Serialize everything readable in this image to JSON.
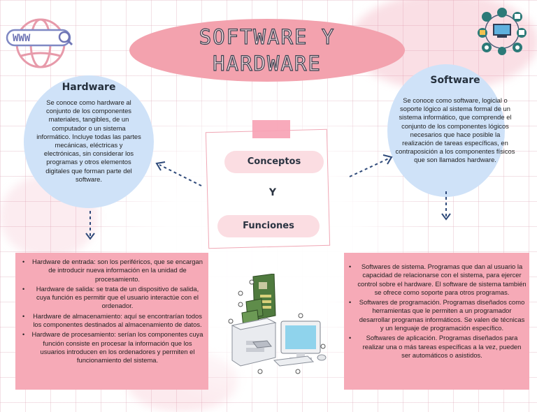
{
  "title": {
    "line1": "SOFTWARE Y",
    "line2": "HARDWARE"
  },
  "web_badge": {
    "text": "WWW"
  },
  "hardware": {
    "heading": "Hardware",
    "text": "Se conoce como hardware al conjunto de los componentes materiales, tangibles, de un computador o un sistema informático. Incluye todas las partes mecánicas, eléctricas y electrónicas, sin considerar los programas y otros elementos digitales que  forman parte del software."
  },
  "software": {
    "heading": "Software",
    "text": "Se conoce como software,  logicial o soporte lógico al sistema formal de un sistema informático, que comprende el conjunto de los componentes lógicos necesarios que hace posible la realización de tareas específicas, en contraposición a los componentes físicos que son llamados hardware."
  },
  "center": {
    "label1": "Conceptos",
    "connector": "Y",
    "label2": "Funciones"
  },
  "hardware_types": [
    "Hardware de entrada: son los periféricos, que se encargan de introducir nueva información en la unidad de procesamiento.",
    "Hardware de salida: se trata de un dispositivo de salida, cuya función es permitir que el usuario interactúe con el ordenador.",
    "Hardware de almacenamiento: aquí se encontrarían todos los componentes destinados al almacenamiento de datos.",
    "Hardware de procesamiento: serían los componentes cuya función consiste en procesar la información que los usuarios introducen en los ordenadores y permiten el funcionamiento del sistema."
  ],
  "software_types": [
    "Softwares de sistema. Programas que dan al usuario la capacidad de relacionarse con el sistema, para ejercer control sobre el hardware. El software de sistema también se ofrece como soporte para otros programas.",
    "Softwares de programación. Programas diseñados como herramientas que le permiten a un programador desarrollar programas informáticos. Se valen de técnicas y un lenguaje de programación específico.",
    "Softwares de aplicación. Programas diseñados para realizar una o más tareas específicas a la vez, pueden ser automáticos o asistidos."
  ],
  "colors": {
    "pink": "#f6aab7",
    "title_pill": "#f3a2ae",
    "blue_circle": "#cfe2f8",
    "navy_arrow": "#2f4a7a"
  },
  "icons": [
    "web-globe-icon",
    "search-icon",
    "network-devices-icon",
    "computer-parts-illustration"
  ]
}
